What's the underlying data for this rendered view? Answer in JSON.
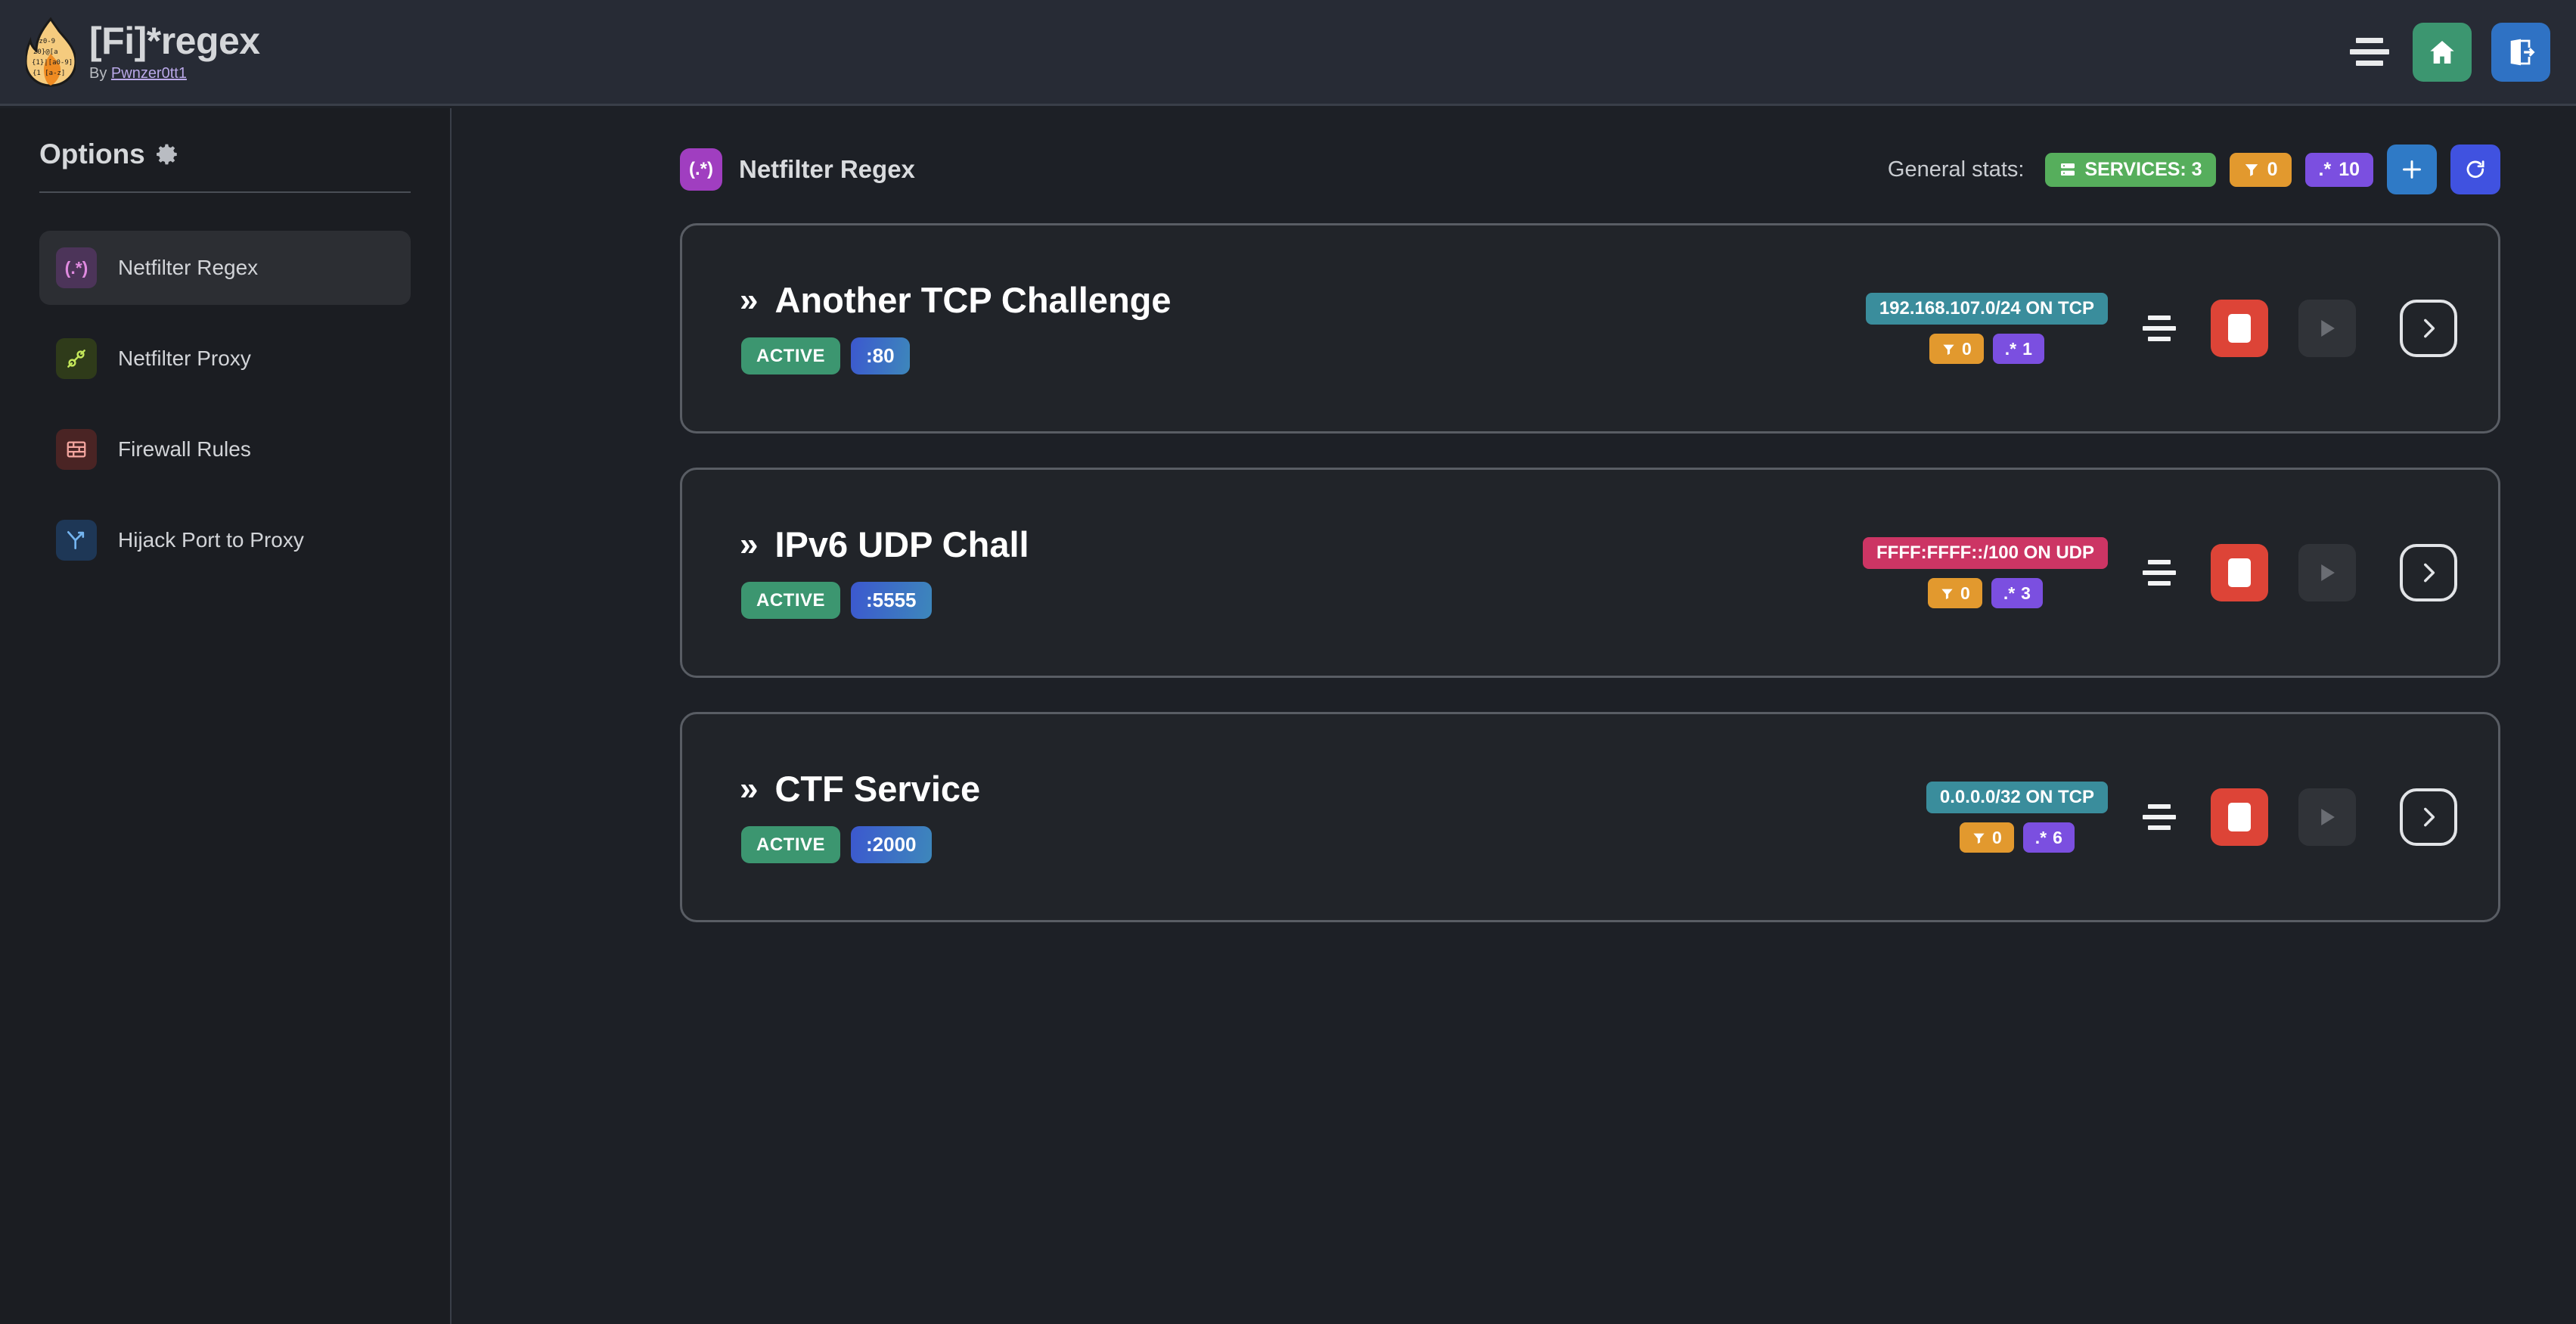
{
  "header": {
    "app_title": "[Fi]*regex",
    "by_prefix": "By ",
    "author": "Pwnzer0tt1",
    "logo_icon": "flame-regex-logo",
    "menu_icon": "hamburger-icon",
    "home_icon": "home-icon",
    "logout_icon": "logout-icon",
    "colors": {
      "home": "#3c9670",
      "logout": "#2f72c4"
    }
  },
  "sidebar": {
    "heading": "Options",
    "gear_icon": "gear-icon",
    "items": [
      {
        "label": "Netfilter Regex",
        "icon": "regex-icon",
        "glyph": "(.*)",
        "active": true
      },
      {
        "label": "Netfilter Proxy",
        "icon": "plug-icon",
        "glyph": "⚭",
        "active": false
      },
      {
        "label": "Firewall Rules",
        "icon": "brick-wall-icon",
        "glyph": "▤",
        "active": false
      },
      {
        "label": "Hijack Port to Proxy",
        "icon": "shuffle-icon",
        "glyph": "⑂",
        "active": false
      }
    ]
  },
  "main": {
    "page_icon": "regex-icon",
    "page_icon_glyph": "(.*)",
    "page_title": "Netfilter Regex",
    "stats": {
      "label": "General stats:",
      "services": {
        "icon": "server-icon",
        "text": "SERVICES: 3",
        "color": "#56ae5c"
      },
      "filters": {
        "icon": "filter-icon",
        "text": "0",
        "color": "#e2992e"
      },
      "regexes": {
        "icon": "regex-icon",
        "text": "10",
        "glyph": ".*",
        "color": "#7b4fe0"
      },
      "add_button": {
        "icon": "plus-icon",
        "label": "+",
        "color": "#2f7ac6"
      },
      "refresh_button": {
        "icon": "refresh-icon",
        "label": "⟳",
        "color": "#4052e0"
      }
    },
    "services": [
      {
        "name": "Another TCP Challenge",
        "chevron": "»",
        "status": "ACTIVE",
        "port": ":80",
        "network": "192.168.107.0/24 ON TCP",
        "network_kind": "tcp",
        "filter_count": "0",
        "regex_count": "1",
        "regex_glyph": ".*",
        "drag_icon": "drag-handle-icon",
        "stop_icon": "stop-icon",
        "play_icon": "play-icon",
        "details_icon": "chevron-right-icon"
      },
      {
        "name": "IPv6 UDP Chall",
        "chevron": "»",
        "status": "ACTIVE",
        "port": ":5555",
        "network": "FFFF:FFFF::/100 ON UDP",
        "network_kind": "udp",
        "filter_count": "0",
        "regex_count": "3",
        "regex_glyph": ".*",
        "drag_icon": "drag-handle-icon",
        "stop_icon": "stop-icon",
        "play_icon": "play-icon",
        "details_icon": "chevron-right-icon"
      },
      {
        "name": "CTF Service",
        "chevron": "»",
        "status": "ACTIVE",
        "port": ":2000",
        "network": "0.0.0.0/32 ON TCP",
        "network_kind": "tcp",
        "filter_count": "0",
        "regex_count": "6",
        "regex_glyph": ".*",
        "drag_icon": "drag-handle-icon",
        "stop_icon": "stop-icon",
        "play_icon": "play-icon",
        "details_icon": "chevron-right-icon"
      }
    ]
  },
  "colors": {
    "page_bg": "#1d2026",
    "panel_bg": "#1b1d22",
    "card_bg": "#212429",
    "card_border": "#595d64",
    "active_green": "#3c9670",
    "stop_red": "#dd4437",
    "tcp_teal": "#3a8d9c",
    "udp_pink": "#cc3564"
  }
}
